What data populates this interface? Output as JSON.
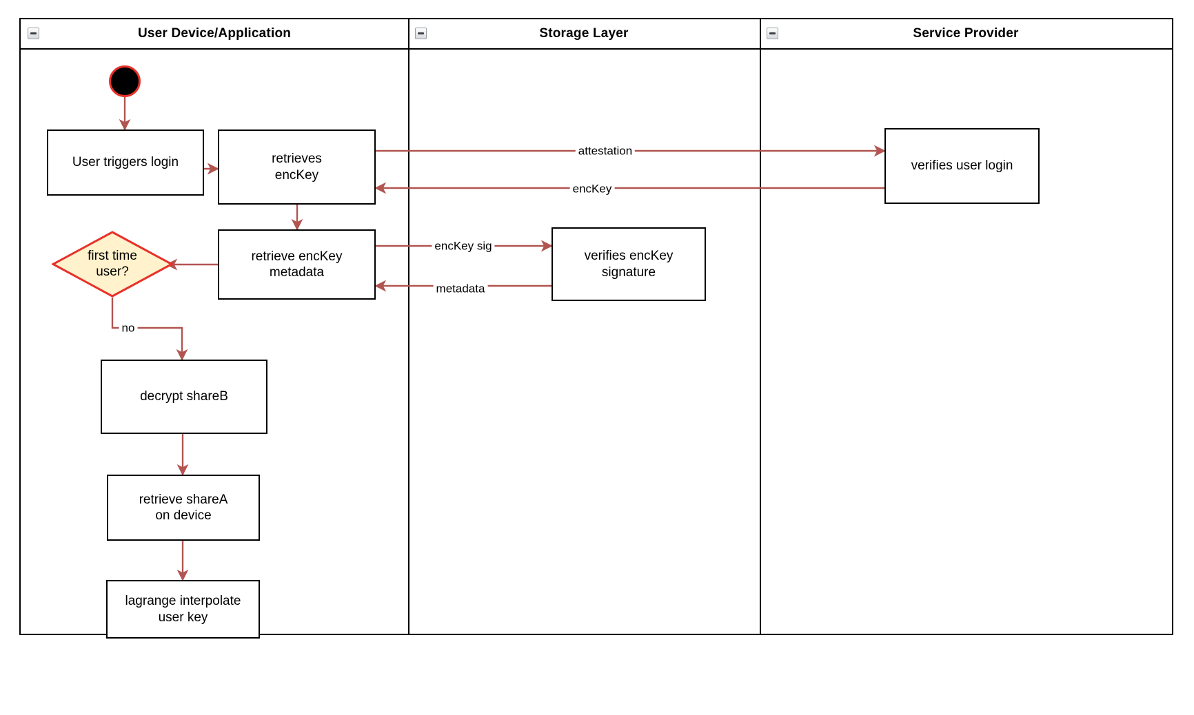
{
  "diagram": {
    "type": "swimlane-activity-diagram",
    "colors": {
      "edge": "#b25450",
      "decision_fill": "#fff2cc",
      "decision_stroke": "#e8312a",
      "start_fill": "#000000",
      "start_stroke": "#e8312a",
      "node_stroke": "#000000",
      "lane_stroke": "#000000",
      "background": "#ffffff"
    },
    "lanes": [
      {
        "id": "lane-user-device",
        "title": "User Device/Application",
        "icon": "collapse-minus-icon"
      },
      {
        "id": "lane-storage",
        "title": "Storage Layer",
        "icon": "collapse-minus-icon"
      },
      {
        "id": "lane-service-provider",
        "title": "Service Provider",
        "icon": "collapse-minus-icon"
      }
    ],
    "nodes": [
      {
        "id": "start",
        "kind": "start",
        "lane": "lane-user-device",
        "label": ""
      },
      {
        "id": "user-triggers-login",
        "kind": "action",
        "lane": "lane-user-device",
        "label": "User triggers login"
      },
      {
        "id": "retrieves-enckey",
        "kind": "action",
        "lane": "lane-user-device",
        "label": "retrieves\nencKey"
      },
      {
        "id": "retrieve-enckey-metadata",
        "kind": "action",
        "lane": "lane-user-device",
        "label": "retrieve encKey\nmetadata"
      },
      {
        "id": "first-time-user",
        "kind": "decision",
        "lane": "lane-user-device",
        "label": "first time\nuser?"
      },
      {
        "id": "decrypt-shareb",
        "kind": "action",
        "lane": "lane-user-device",
        "label": "decrypt shareB"
      },
      {
        "id": "retrieve-sharea-on-device",
        "kind": "action",
        "lane": "lane-user-device",
        "label": "retrieve shareA\non device"
      },
      {
        "id": "lagrange-interpolate-user-key",
        "kind": "action",
        "lane": "lane-user-device",
        "label": "lagrange interpolate\nuser key"
      },
      {
        "id": "verifies-enckey-signature",
        "kind": "action",
        "lane": "lane-storage",
        "label": "verifies encKey\nsignature"
      },
      {
        "id": "verifies-user-login",
        "kind": "action",
        "lane": "lane-service-provider",
        "label": "verifies user login"
      }
    ],
    "edges": [
      {
        "id": "edge-start-to-login",
        "from": "start",
        "to": "user-triggers-login",
        "label": ""
      },
      {
        "id": "edge-login-to-retrieves",
        "from": "user-triggers-login",
        "to": "retrieves-enckey",
        "label": ""
      },
      {
        "id": "edge-attestation",
        "from": "retrieves-enckey",
        "to": "verifies-user-login",
        "label": "attestation"
      },
      {
        "id": "edge-enckey",
        "from": "verifies-user-login",
        "to": "retrieves-enckey",
        "label": "encKey"
      },
      {
        "id": "edge-retrieves-to-metadata",
        "from": "retrieves-enckey",
        "to": "retrieve-enckey-metadata",
        "label": ""
      },
      {
        "id": "edge-enckey-sig",
        "from": "retrieve-enckey-metadata",
        "to": "verifies-enckey-signature",
        "label": "encKey sig"
      },
      {
        "id": "edge-metadata",
        "from": "verifies-enckey-signature",
        "to": "retrieve-enckey-metadata",
        "label": "metadata"
      },
      {
        "id": "edge-metadata-to-decision",
        "from": "retrieve-enckey-metadata",
        "to": "first-time-user",
        "label": ""
      },
      {
        "id": "edge-decision-no",
        "from": "first-time-user",
        "to": "decrypt-shareb",
        "label": "no"
      },
      {
        "id": "edge-decrypt-to-sharea",
        "from": "decrypt-shareb",
        "to": "retrieve-sharea-on-device",
        "label": ""
      },
      {
        "id": "edge-sharea-to-lagrange",
        "from": "retrieve-sharea-on-device",
        "to": "lagrange-interpolate-user-key",
        "label": ""
      }
    ]
  }
}
